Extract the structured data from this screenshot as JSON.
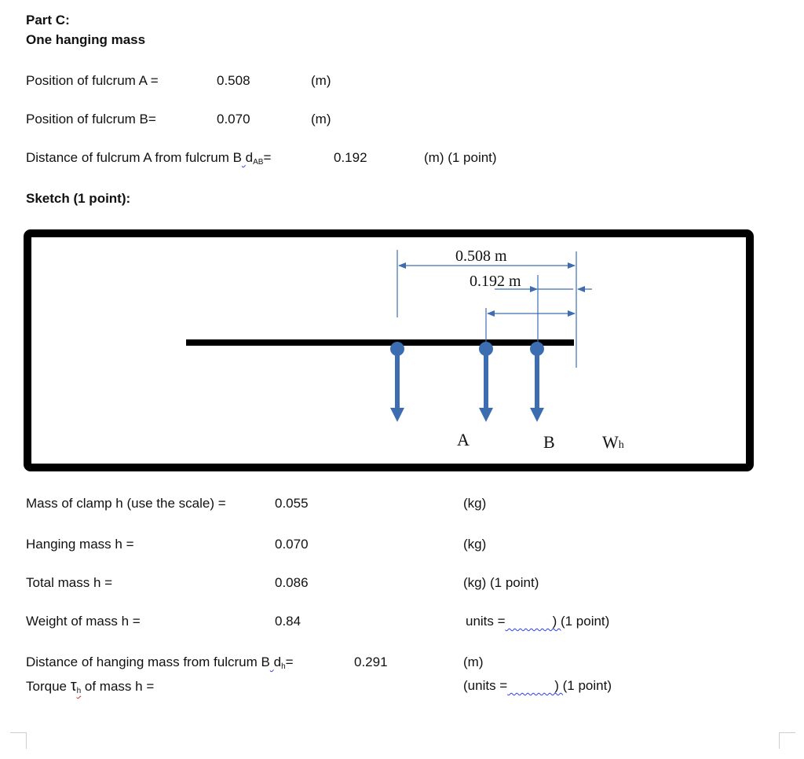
{
  "header": {
    "part": "Part C:",
    "subtitle": "One hanging mass"
  },
  "fulcrum": {
    "a_label": "Position of fulcrum A =",
    "a_value": "0.508",
    "a_unit": "(m)",
    "b_label": "Position of fulcrum B=",
    "b_value": "0.070",
    "b_unit": "(m)",
    "dist_label": "Distance of fulcrum A from fulcrum B",
    "dist_sep": " ",
    "dist_symbol": "d",
    "dist_sub": "AB",
    "dist_eq": "=",
    "dist_value": "0.192",
    "dist_unit": "(m) (1 point)"
  },
  "sketch": {
    "title": "Sketch (1 point):",
    "dim_outer": "0.508 m",
    "dim_inner": "0.192 m",
    "label_a": "A",
    "label_b": "B",
    "label_w": "W",
    "label_w_sub": "h",
    "arrow_color": "#3c6db0",
    "beam_color": "#000000"
  },
  "mass": {
    "clamp_label": "Mass of clamp h (use the scale) =",
    "clamp_value": "0.055",
    "clamp_unit": "(kg)",
    "hanging_label": "Hanging mass h  =",
    "hanging_value": "0.070",
    "hanging_unit": "(kg)",
    "total_label": "Total mass h =",
    "total_value": "0.086",
    "total_unit": "(kg) (1 point)",
    "weight_label": "Weight of mass h =",
    "weight_value": "0.84",
    "weight_units_prefix": "units =",
    "weight_units_suffix": ") (1 point)"
  },
  "torque": {
    "dist_label": "Distance of hanging mass from fulcrum B",
    "dist_symbol": "d",
    "dist_sub": "h",
    "dist_eq": "=",
    "dist_value": "0.291",
    "dist_unit": "(m)",
    "torque_prefix": "Torque ",
    "torque_symbol": "τ",
    "torque_sub": "h",
    "torque_suffix": " of mass h =",
    "units_prefix": "(units =",
    "units_suffix": ") (1 point)"
  }
}
